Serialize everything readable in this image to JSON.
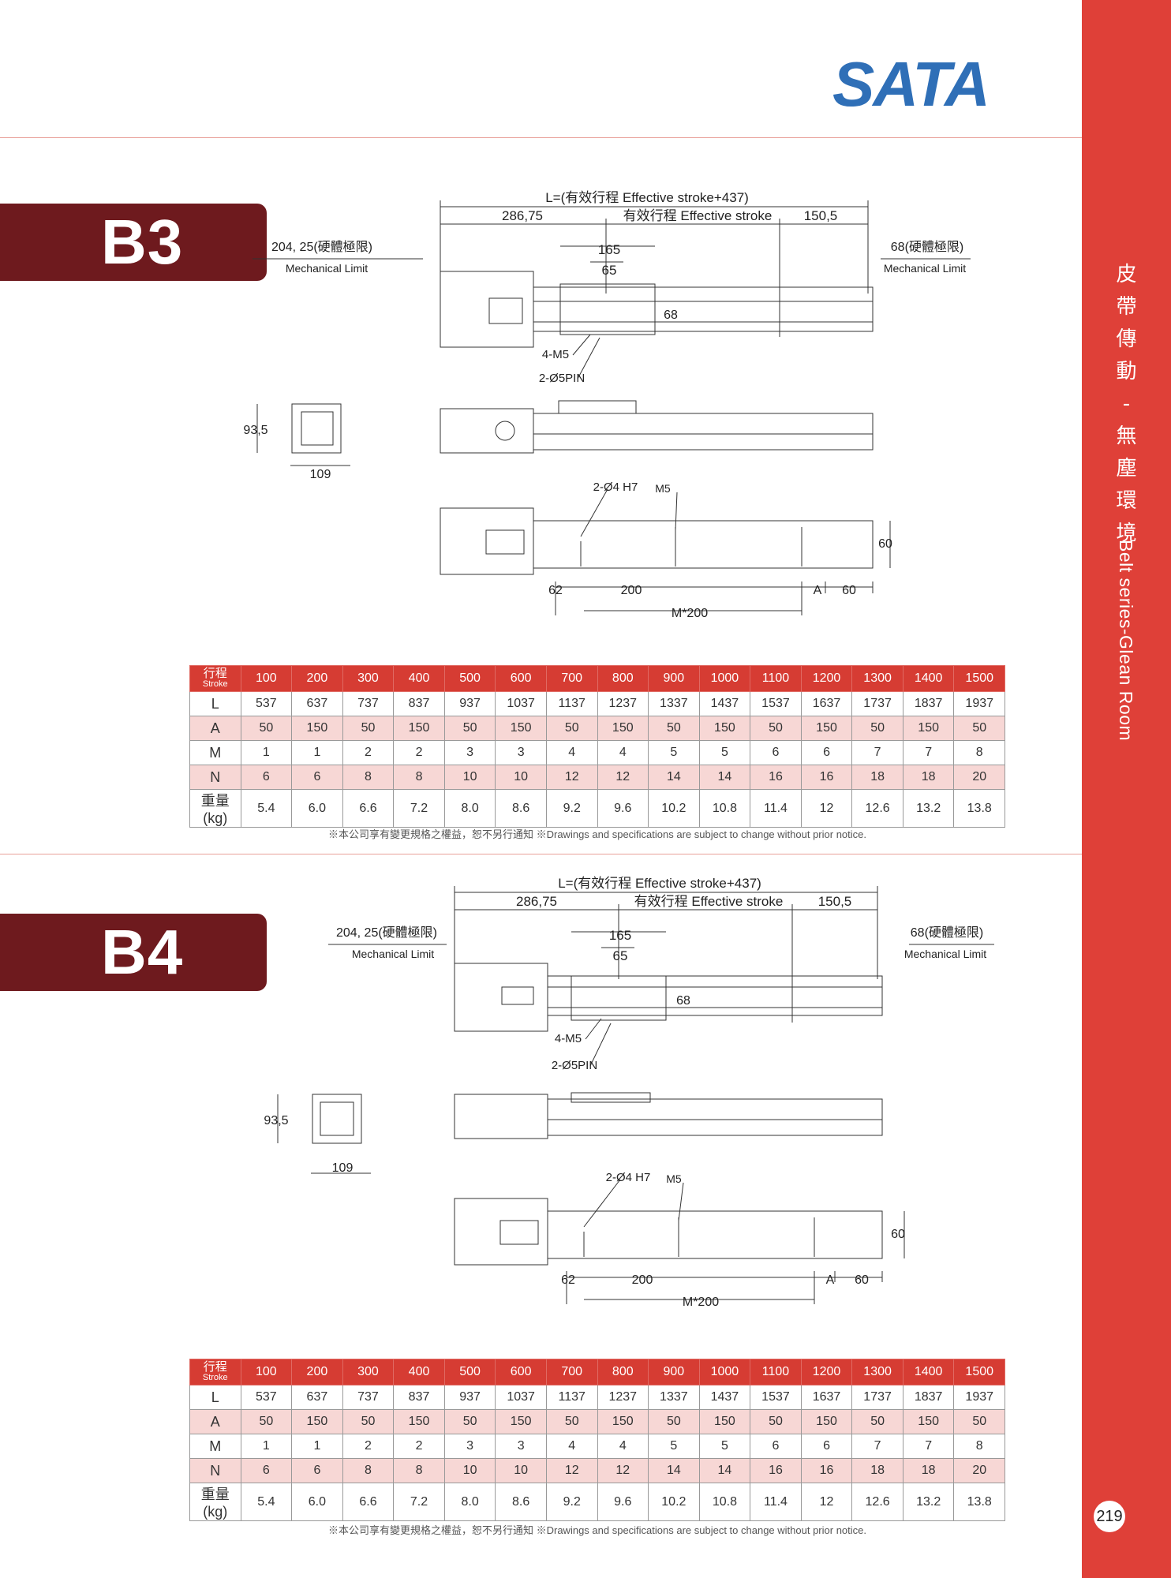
{
  "brand": {
    "logo_text": "SATA",
    "color": "#2f6fb7"
  },
  "colors": {
    "sideband": "#df4038",
    "tab": "#6e1a1e",
    "table_header": "#d63c33",
    "table_pink": "#f7d7d5"
  },
  "sidebar": {
    "title_cjk": [
      "皮",
      "帶",
      "傳",
      "動",
      "-",
      "無",
      "塵",
      "環",
      "境"
    ],
    "title_en": "Belt series-Glean Room",
    "page_number": "219"
  },
  "sections": [
    {
      "model": "B3",
      "drawing": {
        "overall": "L=(有效行程 Effective stroke+437)",
        "dim_left": "286,75",
        "stroke": "有效行程 Effective stroke",
        "dim_right": "150,5",
        "mech_left_value": "204, 25(硬體極限)",
        "mech_left_label": "Mechanical Limit",
        "mech_right_value": "68(硬體極限)",
        "mech_right_label": "Mechanical Limit",
        "d165": "165",
        "d65": "65",
        "d68": "68",
        "screws": "4-M5",
        "pins": "2-Ø5PIN",
        "height": "93,5",
        "width": "109",
        "holes": "2-Ø4 H7",
        "m5": "M5",
        "d60v": "60",
        "d62": "62",
        "d200": "200",
        "dA": "A",
        "d60h": "60",
        "pitch": "M*200"
      },
      "table": {
        "header_cjk": "行程",
        "header_en": "Stroke",
        "strokes": [
          "100",
          "200",
          "300",
          "400",
          "500",
          "600",
          "700",
          "800",
          "900",
          "1000",
          "1100",
          "1200",
          "1300",
          "1400",
          "1500"
        ],
        "rows": [
          {
            "label": "L",
            "values": [
              "537",
              "637",
              "737",
              "837",
              "937",
              "1037",
              "1137",
              "1237",
              "1337",
              "1437",
              "1537",
              "1637",
              "1737",
              "1837",
              "1937"
            ]
          },
          {
            "label": "A",
            "values": [
              "50",
              "150",
              "50",
              "150",
              "50",
              "150",
              "50",
              "150",
              "50",
              "150",
              "50",
              "150",
              "50",
              "150",
              "50"
            ]
          },
          {
            "label": "M",
            "values": [
              "1",
              "1",
              "2",
              "2",
              "3",
              "3",
              "4",
              "4",
              "5",
              "5",
              "6",
              "6",
              "7",
              "7",
              "8"
            ]
          },
          {
            "label": "N",
            "values": [
              "6",
              "6",
              "8",
              "8",
              "10",
              "10",
              "12",
              "12",
              "14",
              "14",
              "16",
              "16",
              "18",
              "18",
              "20"
            ]
          },
          {
            "label": "重量(kg)",
            "values": [
              "5.4",
              "6.0",
              "6.6",
              "7.2",
              "8.0",
              "8.6",
              "9.2",
              "9.6",
              "10.2",
              "10.8",
              "11.4",
              "12",
              "12.6",
              "13.2",
              "13.8"
            ]
          }
        ]
      },
      "note": "※本公司享有變更規格之權益，恕不另行通知 ※Drawings and specifications are subject to change without prior notice."
    },
    {
      "model": "B4",
      "drawing": {
        "overall": "L=(有效行程 Effective stroke+437)",
        "dim_left": "286,75",
        "stroke": "有效行程 Effective stroke",
        "dim_right": "150,5",
        "mech_left_value": "204, 25(硬體極限)",
        "mech_left_label": "Mechanical Limit",
        "mech_right_value": "68(硬體極限)",
        "mech_right_label": "Mechanical Limit",
        "d165": "165",
        "d65": "65",
        "d68": "68",
        "screws": "4-M5",
        "pins": "2-Ø5PIN",
        "height": "93,5",
        "width": "109",
        "holes": "2-Ø4 H7",
        "m5": "M5",
        "d60v": "60",
        "d62": "62",
        "d200": "200",
        "dA": "A",
        "d60h": "60",
        "pitch": "M*200"
      },
      "table": {
        "header_cjk": "行程",
        "header_en": "Stroke",
        "strokes": [
          "100",
          "200",
          "300",
          "400",
          "500",
          "600",
          "700",
          "800",
          "900",
          "1000",
          "1100",
          "1200",
          "1300",
          "1400",
          "1500"
        ],
        "rows": [
          {
            "label": "L",
            "values": [
              "537",
              "637",
              "737",
              "837",
              "937",
              "1037",
              "1137",
              "1237",
              "1337",
              "1437",
              "1537",
              "1637",
              "1737",
              "1837",
              "1937"
            ]
          },
          {
            "label": "A",
            "values": [
              "50",
              "150",
              "50",
              "150",
              "50",
              "150",
              "50",
              "150",
              "50",
              "150",
              "50",
              "150",
              "50",
              "150",
              "50"
            ]
          },
          {
            "label": "M",
            "values": [
              "1",
              "1",
              "2",
              "2",
              "3",
              "3",
              "4",
              "4",
              "5",
              "5",
              "6",
              "6",
              "7",
              "7",
              "8"
            ]
          },
          {
            "label": "N",
            "values": [
              "6",
              "6",
              "8",
              "8",
              "10",
              "10",
              "12",
              "12",
              "14",
              "14",
              "16",
              "16",
              "18",
              "18",
              "20"
            ]
          },
          {
            "label": "重量(kg)",
            "values": [
              "5.4",
              "6.0",
              "6.6",
              "7.2",
              "8.0",
              "8.6",
              "9.2",
              "9.6",
              "10.2",
              "10.8",
              "11.4",
              "12",
              "12.6",
              "13.2",
              "13.8"
            ]
          }
        ]
      },
      "note": "※本公司享有變更規格之權益，恕不另行通知 ※Drawings and specifications are subject to change without prior notice."
    }
  ]
}
